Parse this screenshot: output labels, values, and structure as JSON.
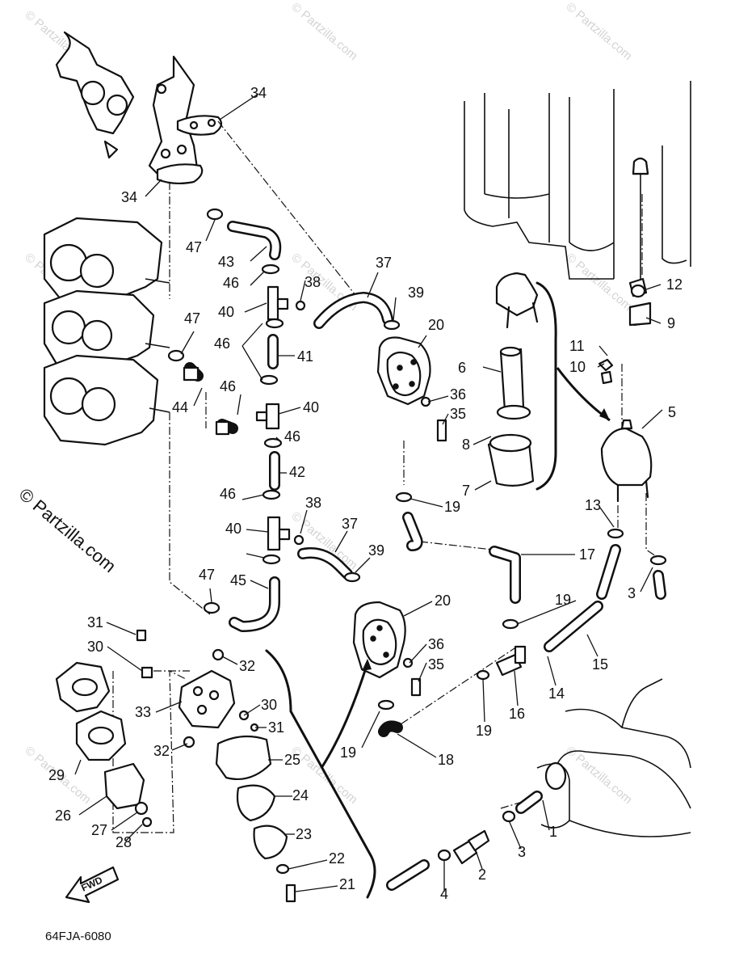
{
  "diagram_code": "64FJA-6080",
  "fwd_label": "FWD",
  "watermark": "© Partzilla.com",
  "callouts": [
    "1",
    "2",
    "3",
    "3",
    "4",
    "5",
    "6",
    "7",
    "8",
    "9",
    "10",
    "11",
    "12",
    "13",
    "14",
    "15",
    "16",
    "17",
    "18",
    "19",
    "19",
    "19",
    "19",
    "19",
    "20",
    "20",
    "21",
    "22",
    "23",
    "24",
    "25",
    "26",
    "27",
    "28",
    "29",
    "30",
    "30",
    "31",
    "31",
    "32",
    "32",
    "33",
    "34",
    "34",
    "35",
    "35",
    "36",
    "36",
    "37",
    "37",
    "38",
    "38",
    "39",
    "39",
    "40",
    "40",
    "40",
    "41",
    "42",
    "43",
    "44",
    "45",
    "46",
    "46",
    "46",
    "46",
    "46",
    "47",
    "47",
    "47"
  ]
}
